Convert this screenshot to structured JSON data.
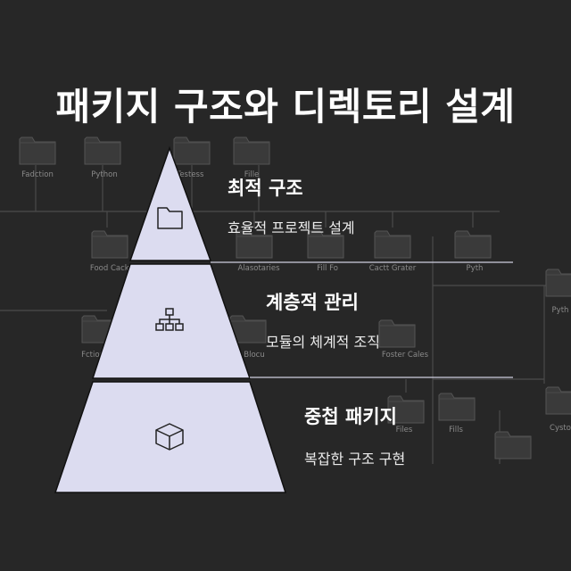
{
  "title": "패키지 구조와 디렉토리 설계",
  "levels": [
    {
      "title": "최적 구조",
      "subtitle": "효율적 프로젝트 설계",
      "icon": "folder-icon"
    },
    {
      "title": "계층적 관리",
      "subtitle": "모듈의 체계적 조직",
      "icon": "hierarchy-icon"
    },
    {
      "title": "중첩 패키지",
      "subtitle": "복잡한 구조 구현",
      "icon": "cube-icon"
    }
  ],
  "background_folders": [
    "Fadction",
    "Python",
    "Testess",
    "Fille",
    "Food Cacks",
    "Alasotaries",
    "Fill Fo",
    "Cactt Grater",
    "Pyth",
    "Pyth",
    "Fction",
    "Blocu",
    "Foster Cales",
    "Files",
    "Fills",
    "Cysto"
  ],
  "colors": {
    "background": "#272727",
    "pyramid_fill": "#dcdcf0",
    "pyramid_stroke": "#111111",
    "text": "#ffffff"
  }
}
